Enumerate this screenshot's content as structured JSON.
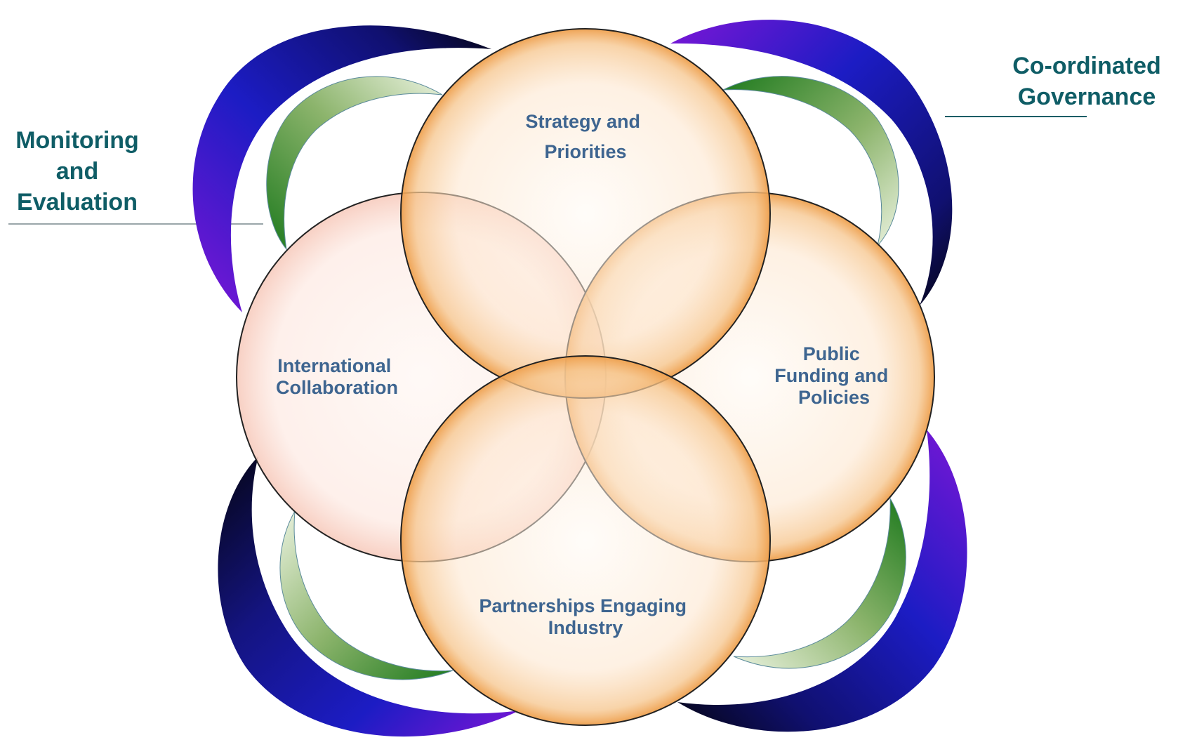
{
  "labels": {
    "monitoring": [
      "Monitoring",
      "and",
      "Evaluation"
    ],
    "governance": [
      "Co-ordinated",
      "Governance"
    ]
  },
  "circles": {
    "top": [
      "Strategy and",
      "Priorities"
    ],
    "left": [
      "International",
      "Collaboration"
    ],
    "right": [
      "Public",
      "Funding and",
      "Policies"
    ],
    "bottom": [
      "Partnerships  Engaging",
      "Industry"
    ]
  },
  "colors": {
    "label_text": "#0f5d66",
    "circle_text": "#3e6590",
    "circle_fill": "#fde8d4",
    "circle_ring": "#f0a85a",
    "arc_blue": "#1c1cc4",
    "arc_purple": "#7b16d6",
    "arc_dark": "#050514",
    "arc_green": "#1e7a1e",
    "arc_green_light": "#e6efd8"
  }
}
